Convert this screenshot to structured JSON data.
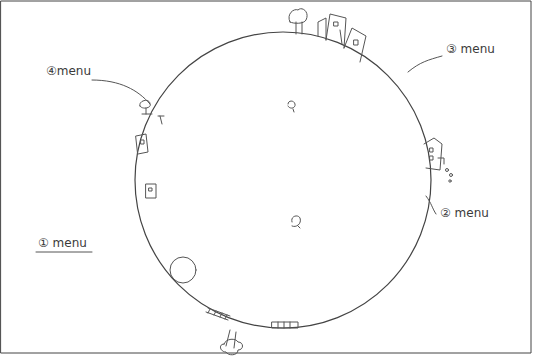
{
  "diagram": {
    "labels": [
      "④menu",
      "③ menu",
      "② menu",
      "① menu"
    ]
  }
}
